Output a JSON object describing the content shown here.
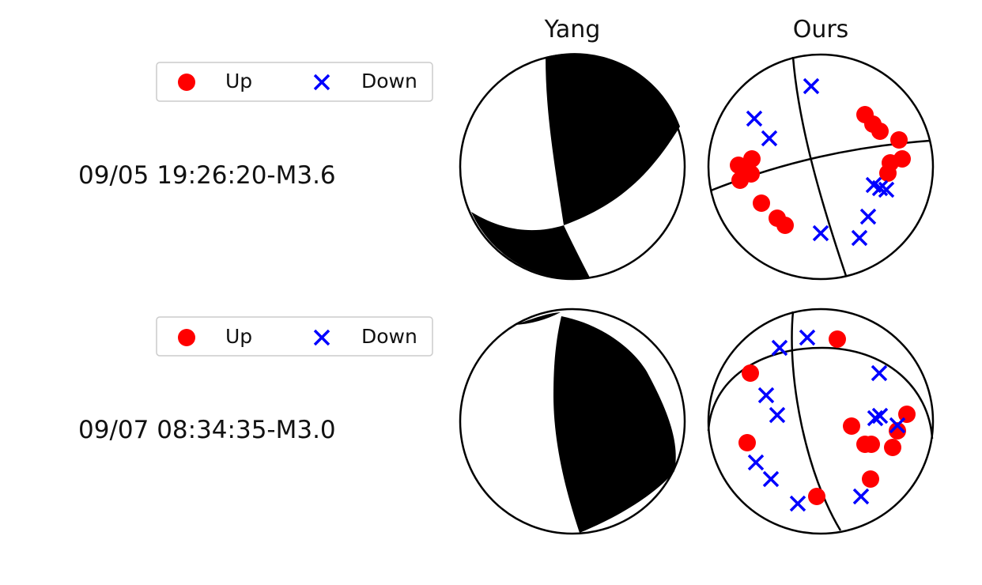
{
  "columns": {
    "left_title": "Yang",
    "right_title": "Ours"
  },
  "legend": {
    "up_label": "Up",
    "down_label": "Down",
    "up_color": "#ff0000",
    "down_color": "#0000ff"
  },
  "events": [
    {
      "label": "09/05 19:26:20-M3.6"
    },
    {
      "label": "09/07 08:34:35-M3.0"
    }
  ]
}
